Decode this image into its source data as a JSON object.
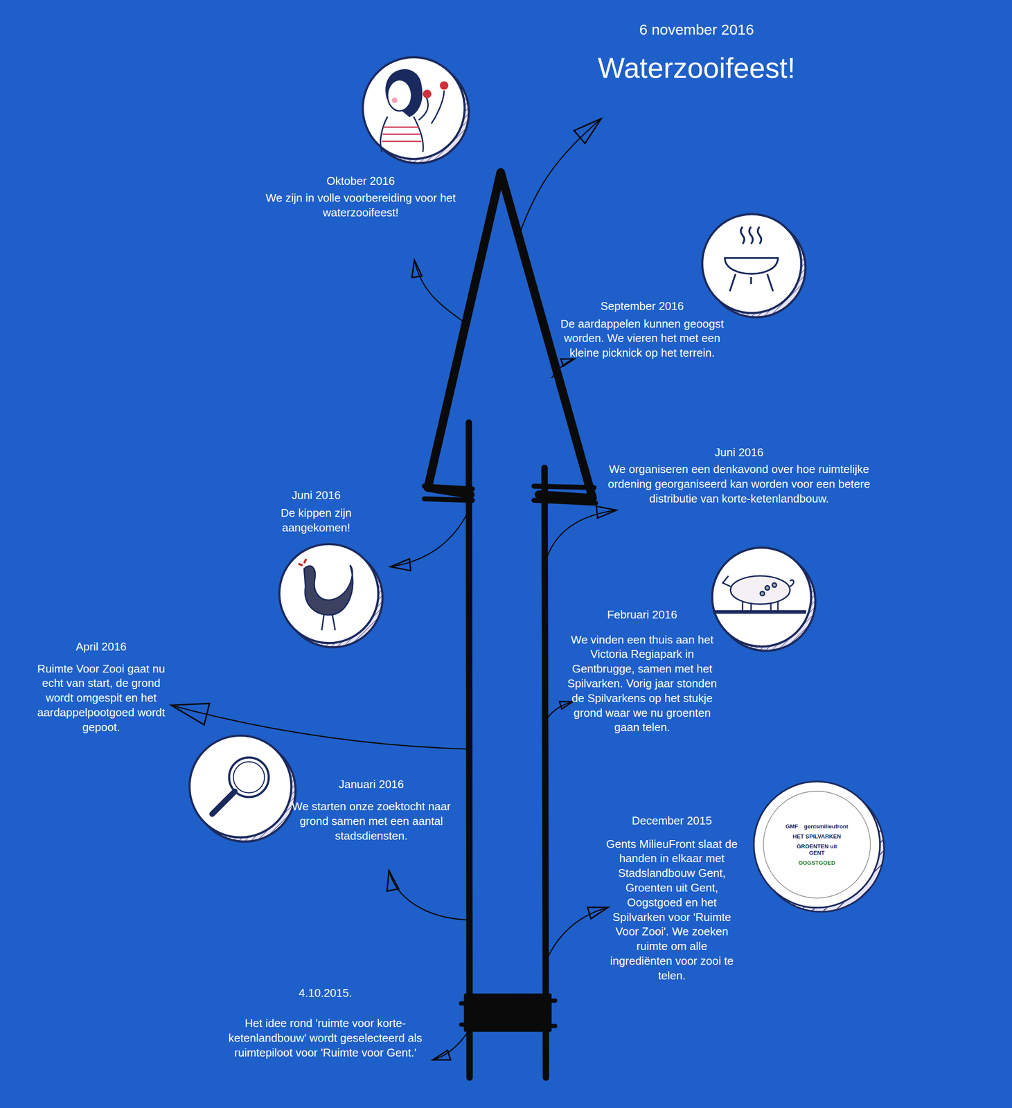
{
  "diagram": {
    "title": "Waterzooifeest!",
    "nodes": [
      {
        "text": [
          "GMF",
          "gentsmilieufront",
          "HET SPILVARKEN",
          "GROENTEN uit GENT",
          "OOGSTGOED"
        ]
      }
    ],
    "edges": [],
    "labels": [
      "6 november 2016",
      "Oktober 2016",
      "We zijn in volle voorbereiding voor het waterzooifeest!",
      "September 2016",
      "De aardappelen kunnen geoogst worden. We vieren het met een kleine picknick op het terrein.",
      "Juni 2016",
      "We organiseren een denkavond over hoe ruimtelijke ordening georganiseerd kan worden voor een betere distributie van korte-ketenlandbouw.",
      "Juni 2016",
      "De kippen zijn aangekomen!",
      "Februari 2016",
      "We vinden een thuis aan het Victoria Regiapark in Gentbrugge, samen met het Spilvarken. Vorig jaar stonden de Spilvarkens op het stukje grond waar we nu groenten gaan telen.",
      "April 2016",
      "Ruimte Voor Zooi gaat nu echt van start, de grond wordt omgespit en het aardappelpootgoed wordt gepoot.",
      "Januari 2016",
      "We starten onze zoektocht naar grond samen met een aantal stadsdiensten.",
      "December 2015",
      "Gents MilieuFront slaat de handen in elkaar met Stadslandbouw Gent, Groenten uit Gent, Oogstgoed en het Spilvarken voor 'Ruimte Voor Zooi'. We zoeken ruimte om alle ingrediënten voor zooi te telen.",
      "4.10.2015.",
      "Het idee rond 'ruimte voor korte-ketenlandbouw' wordt geselecteerd als ruimtepiloot voor 'Ruimte voor Gent.'"
    ]
  }
}
